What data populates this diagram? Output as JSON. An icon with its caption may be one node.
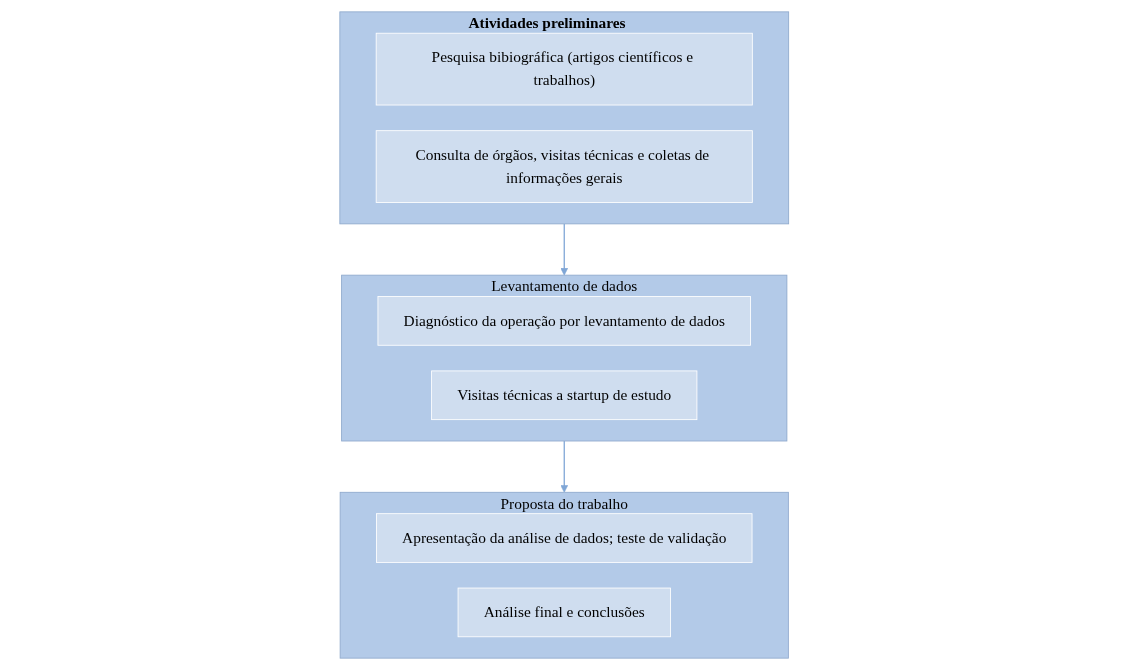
{
  "diagram": {
    "nodes": [
      {
        "text": [
          "Atividades preliminares"
        ]
      },
      {
        "text": [
          "Pesquisa bibiográfica (artigos científicos e trabalhos)"
        ],
        "in": 0
      },
      {
        "text": [
          "Consulta de órgãos, visitas técnicas e coletas de informações gerais"
        ],
        "in": 0
      },
      {
        "text": [
          "Levantamento de dados"
        ]
      },
      {
        "text": [
          "Diagnóstico da operação  por levantamento de dados"
        ],
        "in": 3
      },
      {
        "text": [
          "Visitas técnicas a startup de estudo"
        ],
        "in": 3
      },
      {
        "text": [
          "Proposta do trabalho"
        ]
      },
      {
        "text": [
          "Apresentação da análise de dados; teste de validação"
        ],
        "in": 6
      },
      {
        "text": [
          "Análise final e conclusões"
        ],
        "in": 6
      }
    ],
    "edges": [
      {
        "from": 0,
        "to": 3,
        "arrow": "to"
      },
      {
        "from": 3,
        "to": 6,
        "arrow": "to"
      }
    ]
  }
}
